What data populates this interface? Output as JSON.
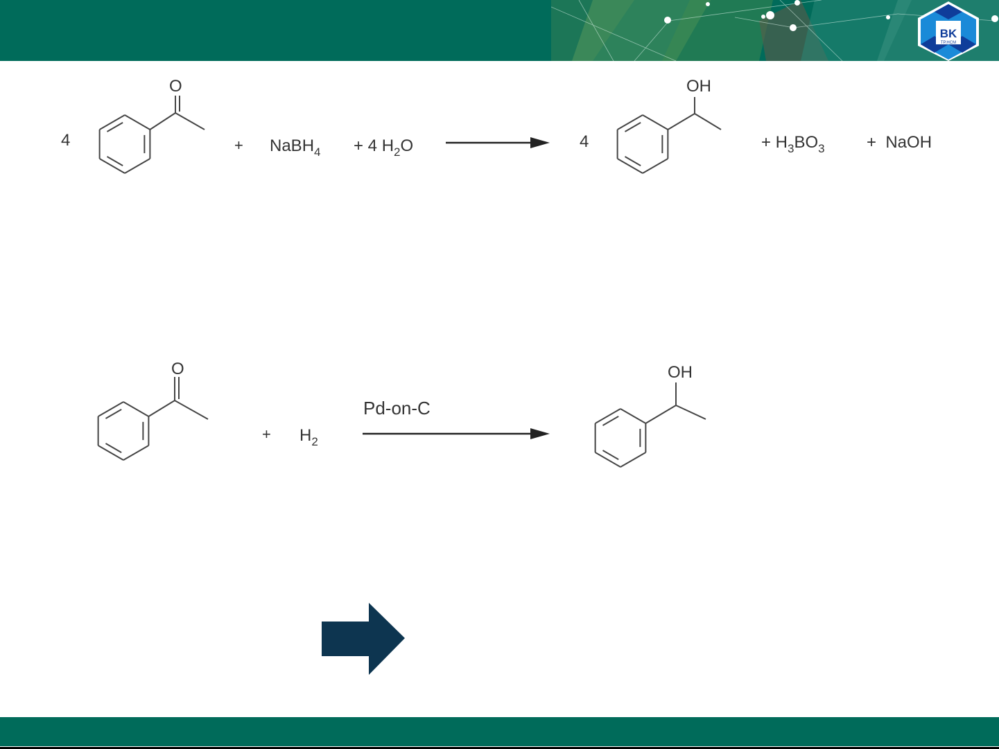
{
  "logo": {
    "line1": "BK",
    "line2": "TP.HCM"
  },
  "reaction1": {
    "coef_reactant": "4",
    "ketone_O": "O",
    "plus1": "+",
    "reagent_main": "NaBH",
    "reagent_sub": "4",
    "water_prefix": "+ 4 H",
    "water_sub": "2",
    "water_suffix": "O",
    "coef_product": "4",
    "alcohol_OH": "OH",
    "boric_prefix": "+ H",
    "boric_sub1": "3",
    "boric_mid": "BO",
    "boric_sub2": "3",
    "naoh": "+  NaOH"
  },
  "reaction2": {
    "ketone_O": "O",
    "plus": "+",
    "h2_main": "H",
    "h2_sub": "2",
    "catalyst": "Pd-on-C",
    "alcohol_OH": "OH"
  },
  "colors": {
    "header": "#006b5a",
    "arrow": "#0d3550"
  }
}
